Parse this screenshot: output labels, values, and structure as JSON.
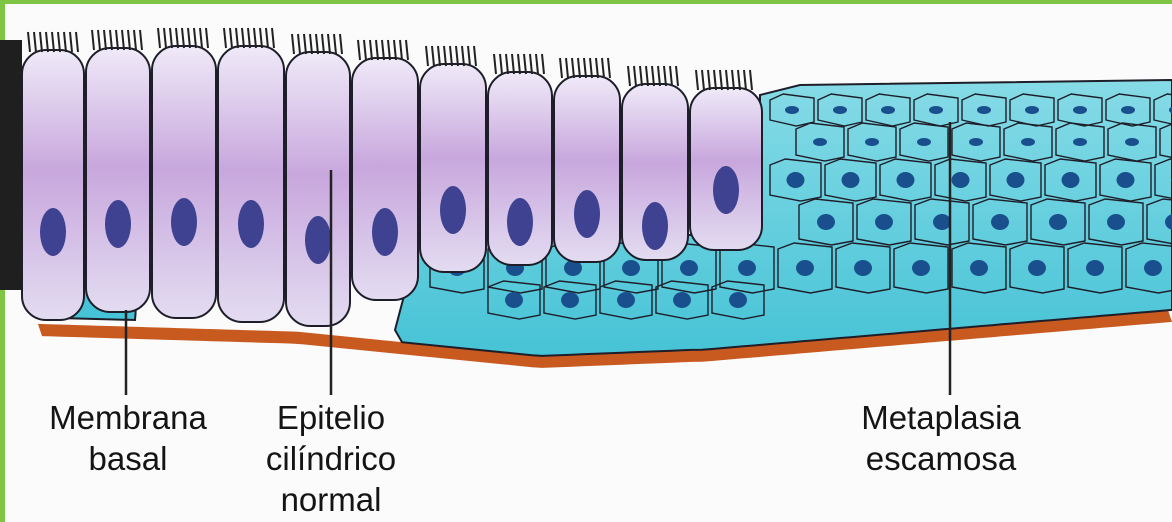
{
  "labels": {
    "membrana": [
      "Membrana",
      "basal"
    ],
    "epitelio": [
      "Epitelio",
      "cilíndrico",
      "normal"
    ],
    "metaplasia": [
      "Metaplasia",
      "escamosa"
    ]
  },
  "colors": {
    "frame_green": "#7ec544",
    "dark_band": "#1f1f1f",
    "columnar_cell": "#e3dcf1",
    "columnar_tint": "#c8a7dd",
    "columnar_nucleus": "#3f4290",
    "squamous_cell": "#46c3d6",
    "squamous_light": "#86dbe6",
    "squamous_nucleus": "#1a4f8d",
    "basement_membrane": "#c8591f",
    "cell_outline": "#1e1e2a",
    "text": "#141414"
  }
}
